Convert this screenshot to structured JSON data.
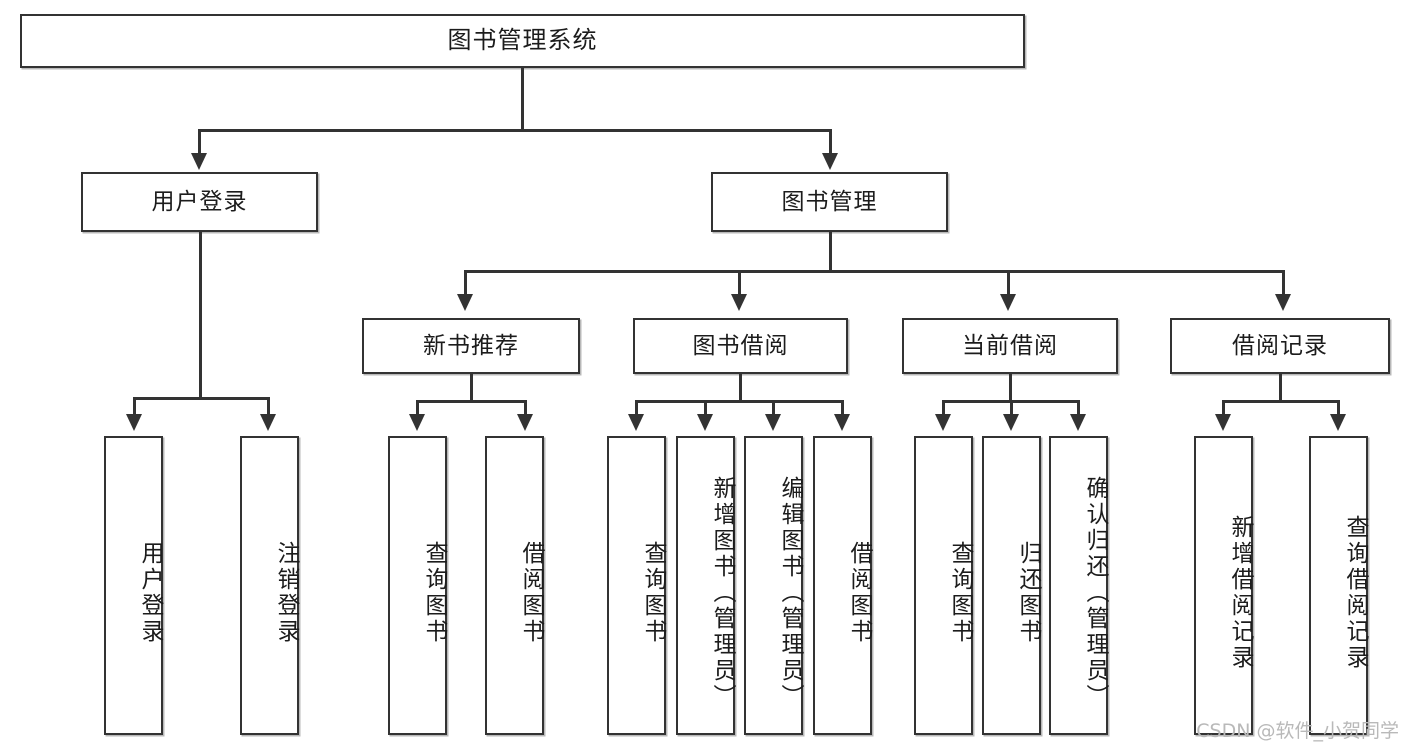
{
  "diagram": {
    "title": "图书管理系统",
    "type": "hierarchy-tree",
    "watermark": "CSDN @软件_小贺同学",
    "colors": {
      "stroke": "#333333",
      "fill": "#ffffff",
      "text": "#1c1c1c",
      "watermark": "#b9b9b9"
    },
    "levels": {
      "level1": [
        {
          "id": "root",
          "label": "图书管理系统"
        }
      ],
      "level2": [
        {
          "id": "user-login",
          "label": "用户登录",
          "parent": "root"
        },
        {
          "id": "book-manage",
          "label": "图书管理",
          "parent": "root"
        }
      ],
      "level3": [
        {
          "id": "new-book-rec",
          "label": "新书推荐",
          "parent": "book-manage"
        },
        {
          "id": "book-borrow",
          "label": "图书借阅",
          "parent": "book-manage"
        },
        {
          "id": "current-borrow",
          "label": "当前借阅",
          "parent": "book-manage"
        },
        {
          "id": "borrow-record",
          "label": "借阅记录",
          "parent": "book-manage"
        }
      ],
      "level4": [
        {
          "id": "leaf-user-login",
          "label": "用户登录",
          "parent": "user-login"
        },
        {
          "id": "leaf-user-logout",
          "label": "注销登录",
          "parent": "user-login"
        },
        {
          "id": "leaf-query-book-1",
          "label": "查询图书",
          "parent": "new-book-rec"
        },
        {
          "id": "leaf-borrow-book-1",
          "label": "借阅图书",
          "parent": "new-book-rec"
        },
        {
          "id": "leaf-query-book-2",
          "label": "查询图书",
          "parent": "book-borrow"
        },
        {
          "id": "leaf-add-book",
          "label": "新增图书（管理员）",
          "parent": "book-borrow"
        },
        {
          "id": "leaf-edit-book",
          "label": "编辑图书（管理员）",
          "parent": "book-borrow"
        },
        {
          "id": "leaf-borrow-book-2",
          "label": "借阅图书",
          "parent": "book-borrow"
        },
        {
          "id": "leaf-query-book-3",
          "label": "查询图书",
          "parent": "current-borrow"
        },
        {
          "id": "leaf-return-book",
          "label": "归还图书",
          "parent": "current-borrow"
        },
        {
          "id": "leaf-confirm-return",
          "label": "确认归还（管理员）",
          "parent": "current-borrow"
        },
        {
          "id": "leaf-add-record",
          "label": "新增借阅记录",
          "parent": "borrow-record"
        },
        {
          "id": "leaf-query-record",
          "label": "查询借阅记录",
          "parent": "borrow-record"
        }
      ]
    }
  }
}
